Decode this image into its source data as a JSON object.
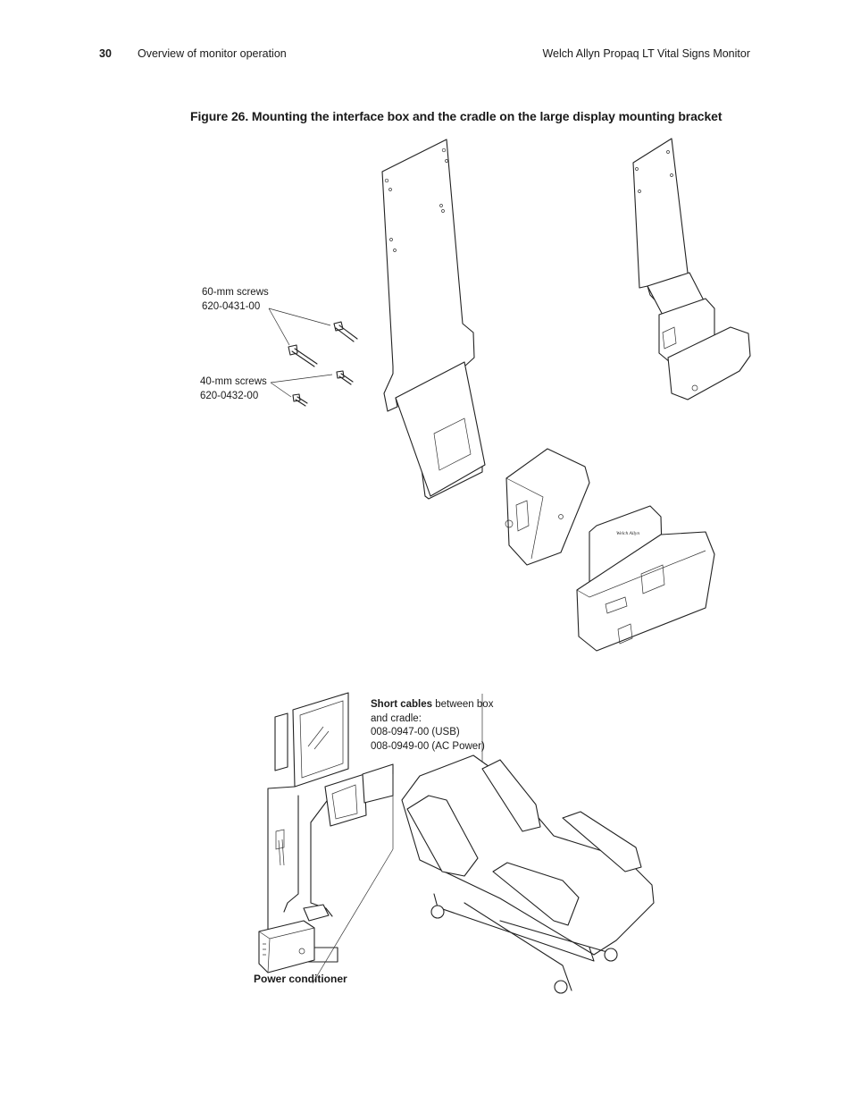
{
  "header": {
    "page_number": "30",
    "section": "Overview of monitor operation",
    "product": "Welch Allyn Propaq LT Vital Signs Monitor"
  },
  "figure": {
    "caption": "Figure 26.  Mounting the interface box and the cradle on the large display mounting bracket",
    "screws_60": {
      "line1": "60-mm screws",
      "line2": "620-0431-00"
    },
    "screws_40": {
      "line1": "40-mm screws",
      "line2": "620-0432-00"
    },
    "cables": {
      "bold": "Short cables",
      "rest": " between box",
      "line2": "and cradle:",
      "line3": "008-0947-00 (USB)",
      "line4": "008-0949-00 (AC Power)"
    },
    "power_conditioner": "Power conditioner",
    "brand_text": "Welch Allyn"
  }
}
